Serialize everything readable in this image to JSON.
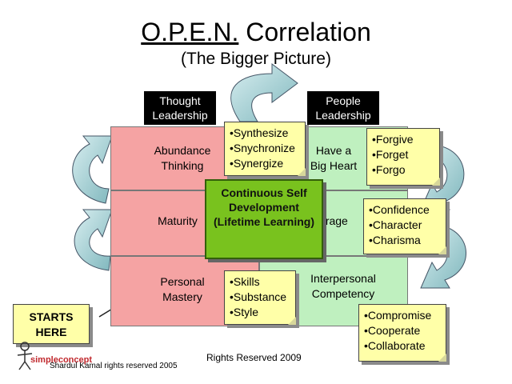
{
  "title": {
    "acronym": "O.P.E.N.",
    "word": "Correlation"
  },
  "subtitle": "(The Bigger Picture)",
  "headers": {
    "thought": "Thought Leadership",
    "people": "People Leadership"
  },
  "left_cells": [
    "Abundance Thinking",
    "Maturity",
    "Personal Mastery"
  ],
  "right_cells": [
    "Have a Big Heart",
    "Courage",
    "Interpersonal Competency"
  ],
  "center": "Continuous Self Development (Lifetime Learning)",
  "notes": {
    "top_center": [
      "•Synthesize",
      "•Snychronize",
      "•Synergize"
    ],
    "bottom_center": [
      "•Skills",
      "•Substance",
      "•Style"
    ],
    "right_top": [
      "•Forgive",
      "•Forget",
      "•Forgo"
    ],
    "right_mid": [
      "•Confidence",
      "•Character",
      "•Charisma"
    ],
    "right_bottom": [
      "•Compromise",
      "•Cooperate",
      "•Collaborate"
    ]
  },
  "starts_here": "STARTS HERE",
  "footer": {
    "rights": "Rights Reserved 2009",
    "author": "Shardul Kamal rights reserved 2005",
    "logo": "simpleconcept"
  },
  "colors": {
    "pink": "#f5a3a3",
    "green": "#bff0bf",
    "note_yellow": "#ffffa8",
    "center_green": "#79c21e",
    "arrow_teal": "#a8d4d8"
  },
  "icons": [
    "cycle-arrow-icon",
    "pointer-arrow-icon",
    "stick-figure-logo-icon"
  ]
}
